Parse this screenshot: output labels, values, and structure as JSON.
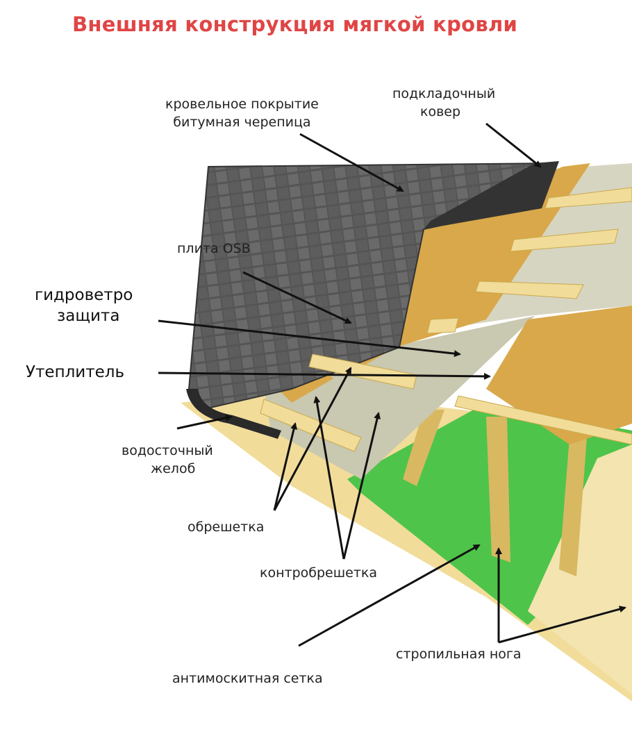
{
  "title": "Внешняя конструкция мягкой кровли",
  "colors": {
    "title": "#e04545",
    "shingles": "#4a4a4a",
    "osb": "#d9a84a",
    "insulation": "#c9c8b0",
    "membrane": "#4fc44a",
    "timber": "#f1dc9a"
  },
  "labels": {
    "roofing_line1": "кровельное покрытие",
    "roofing_line2": "битумная черепица",
    "underlay_line1": "подкладочный",
    "underlay_line2": "ковер",
    "osb": "плита OSB",
    "hydro_line1": "гидроветро",
    "hydro_line2": "защита",
    "insulation": "Утеплитель",
    "gutter_line1": "водосточный",
    "gutter_line2": "желоб",
    "batten": "обрешетка",
    "counter_batten": "контробрешетка",
    "rafter": "стропильная нога",
    "mosquito_net": "антимоскитная сетка"
  }
}
